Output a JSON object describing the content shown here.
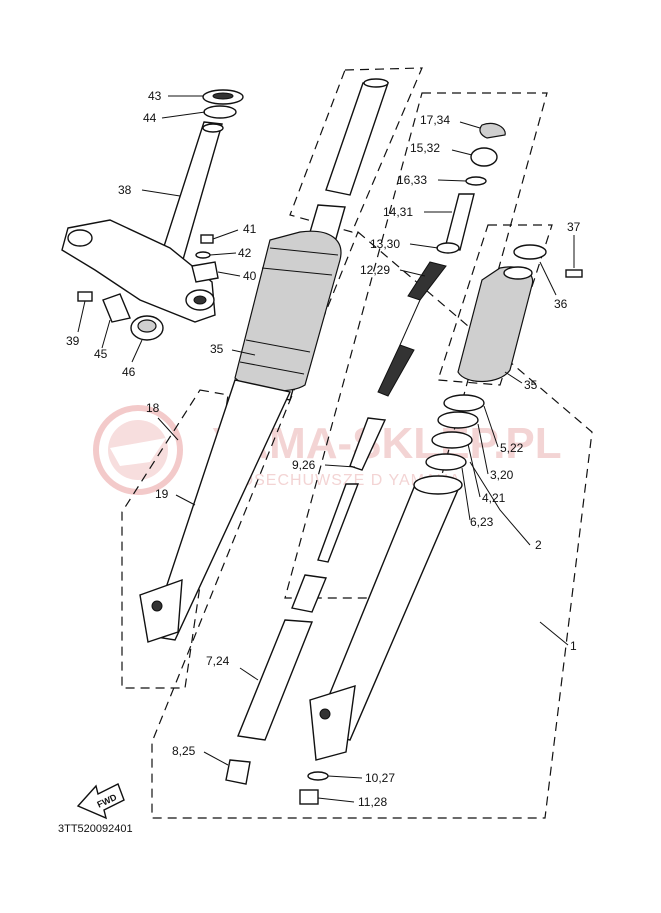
{
  "diagram": {
    "watermark": {
      "brand": "YAMA-SKLEP.PL",
      "tagline": "WODSECHUWSZE D  YAMAHA"
    },
    "diagram_code": "3TT520092401",
    "fwd_label": "FWD",
    "callouts": [
      {
        "id": "c43",
        "text": "43"
      },
      {
        "id": "c44",
        "text": "44"
      },
      {
        "id": "c38",
        "text": "38"
      },
      {
        "id": "c41",
        "text": "41"
      },
      {
        "id": "c42",
        "text": "42"
      },
      {
        "id": "c40",
        "text": "40"
      },
      {
        "id": "c39",
        "text": "39"
      },
      {
        "id": "c45",
        "text": "45"
      },
      {
        "id": "c46",
        "text": "46"
      },
      {
        "id": "c35a",
        "text": "35"
      },
      {
        "id": "c18",
        "text": "18"
      },
      {
        "id": "c19",
        "text": "19"
      },
      {
        "id": "c1734",
        "text": "17,34"
      },
      {
        "id": "c1532",
        "text": "15,32"
      },
      {
        "id": "c1633",
        "text": "16,33"
      },
      {
        "id": "c1431",
        "text": "14,31"
      },
      {
        "id": "c1330",
        "text": "13,30"
      },
      {
        "id": "c1229",
        "text": "12,29"
      },
      {
        "id": "c37",
        "text": "37"
      },
      {
        "id": "c36",
        "text": "36"
      },
      {
        "id": "c35b",
        "text": "35"
      },
      {
        "id": "c522",
        "text": "5,22"
      },
      {
        "id": "c926",
        "text": "9,26"
      },
      {
        "id": "c320",
        "text": "3,20"
      },
      {
        "id": "c421",
        "text": "4,21"
      },
      {
        "id": "c623",
        "text": "6,23"
      },
      {
        "id": "c2",
        "text": "2"
      },
      {
        "id": "c1",
        "text": "1"
      },
      {
        "id": "c724",
        "text": "7,24"
      },
      {
        "id": "c825",
        "text": "8,25"
      },
      {
        "id": "c1027",
        "text": "10,27"
      },
      {
        "id": "c1128",
        "text": "11,28"
      }
    ]
  }
}
